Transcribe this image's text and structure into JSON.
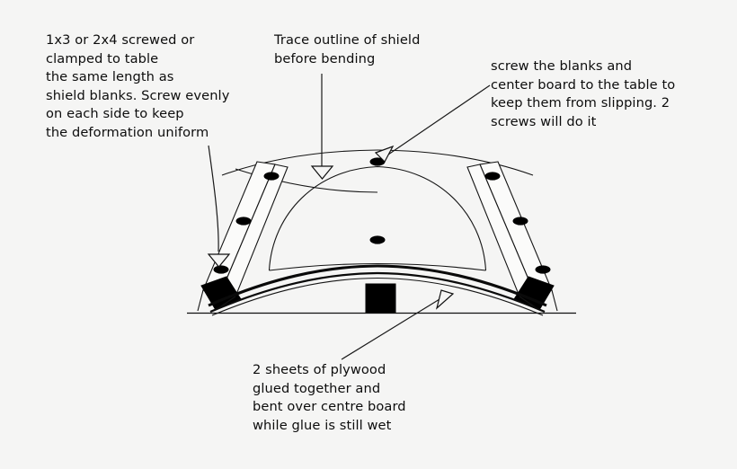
{
  "figure": {
    "title": "Shield bending jig diagram",
    "background_color": "#f5f5f4",
    "ink_color": "#111111"
  },
  "annotations": {
    "clamp_board": "1x3 or 2x4 screwed or\nclamped to table\nthe same length as\nshield blanks. Screw evenly\non each side to keep\nthe deformation uniform",
    "trace_outline": "Trace outline of shield\nbefore bending",
    "screw_blanks": "screw the blanks and\ncenter board to the table to\nkeep them from slipping. 2\nscrews will do it",
    "plywood": "2 sheets of plywood\nglued together and\nbent over centre board\nwhile glue is still wet"
  },
  "parts": {
    "left_clamp_board": "left-clamp-board",
    "right_clamp_board": "right-clamp-board",
    "centre_board": "centre-board",
    "plywood_laminate": "plywood-laminate",
    "shield_outline": "shield-dome-outline",
    "table_surface": "table-line"
  },
  "screw_count_note": "2"
}
